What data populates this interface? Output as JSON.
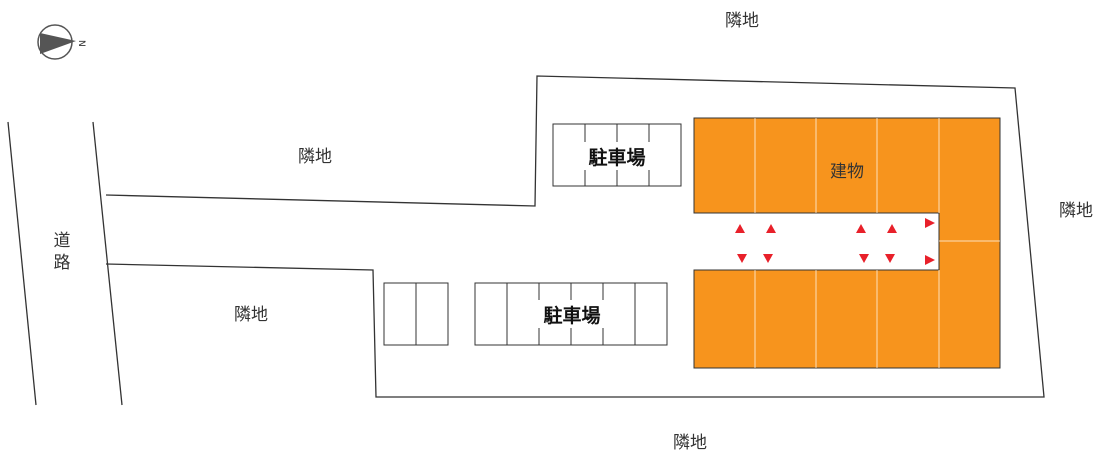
{
  "labels": {
    "neighbor_top": "隣地",
    "neighbor_left_upper": "隣地",
    "neighbor_left_lower": "隣地",
    "neighbor_right": "隣地",
    "neighbor_bottom": "隣地",
    "road_line1": "道",
    "road_line2": "路",
    "parking_upper": "駐車場",
    "parking_lower": "駐車場",
    "building": "建物",
    "compass_letter": "N"
  },
  "colors": {
    "building_fill": "#F7941D",
    "arrow": "#E8202A",
    "line": "#333333",
    "compass": "#555555"
  },
  "icons": {
    "compass": "north-arrow-icon",
    "arrow_up": "triangle-up-icon",
    "arrow_down": "triangle-down-icon",
    "arrow_right": "triangle-right-icon"
  }
}
